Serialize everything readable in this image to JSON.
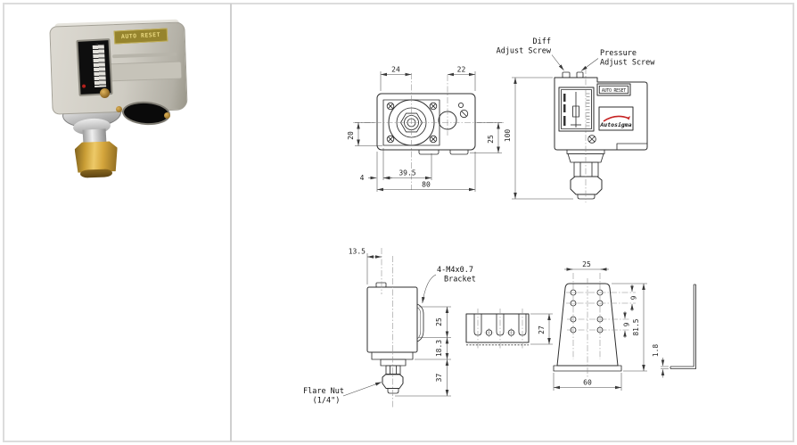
{
  "page": {
    "bg": "#ffffff",
    "frame_color": "#dcdcdc",
    "divider_color": "#cfcfcf",
    "line_color": "#2e2e2e",
    "accent_red": "#c62222",
    "brass_color": "#d4a53c",
    "label_gold": "#96842e"
  },
  "photo": {
    "auto_reset_label": "AUTO RESET"
  },
  "drawings": {
    "bottom_view": {
      "d24": "24",
      "d22": "22",
      "d20": "20",
      "d25": "25",
      "d4": "4",
      "d39_5": "39.5",
      "d80": "80"
    },
    "front_view": {
      "d100": "100",
      "auto_reset": "AUTO RESET",
      "brand": "Autosigma",
      "diff_line1": "Diff",
      "diff_line2": "Adjust Screw",
      "pressure_line1": "Pressure",
      "pressure_line2": "Adjust Screw"
    },
    "side_view": {
      "d13_5": "13.5",
      "d25": "25",
      "d18_3": "18.3",
      "d37": "37",
      "bracket_line1": "4-M4x0.7",
      "bracket_line2": "Bracket",
      "flare_line1": "Flare Nut",
      "flare_line2": "(1/4\")"
    },
    "bracket_top_view": {
      "d27": "27"
    },
    "bracket_front_view": {
      "d25": "25",
      "d9_top": "9",
      "d9_bottom": "9",
      "d81_5": "81.5",
      "d60": "60"
    },
    "bracket_side_view": {
      "d1_8": "1.8"
    }
  }
}
